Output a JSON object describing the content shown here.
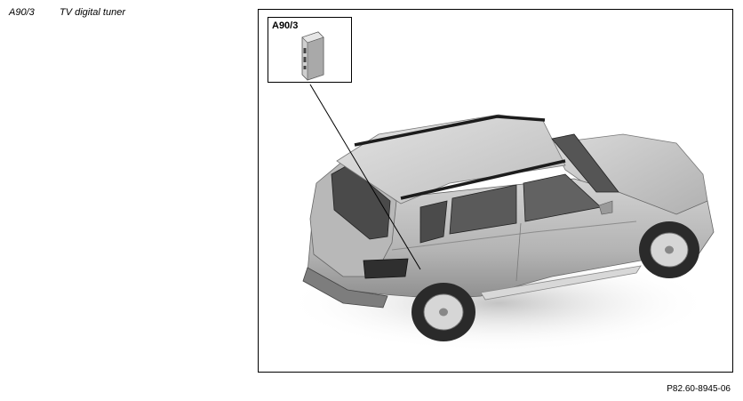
{
  "legend": {
    "items": [
      {
        "code": "A90/3",
        "description": "TV digital tuner"
      }
    ]
  },
  "figure": {
    "callout_label": "A90/3",
    "drawing_reference": "P82.60-8945-06",
    "icons": {
      "vehicle": "suv-illustration",
      "component": "tuner-module-box"
    }
  }
}
